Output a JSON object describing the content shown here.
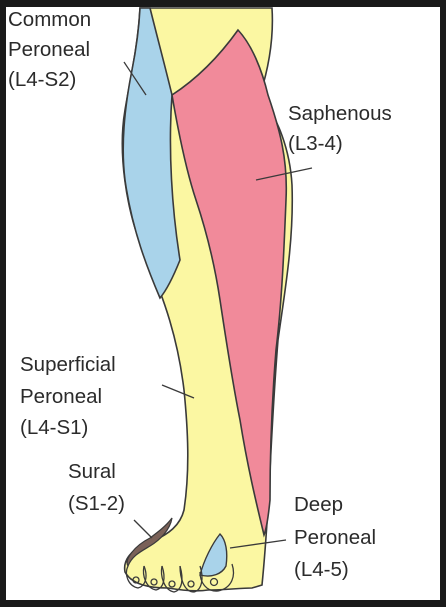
{
  "colors": {
    "skin": "#fbf7a2",
    "saphenous": "#f18a9a",
    "common_peroneal": "#a9d3ea",
    "deep_peroneal": "#a9d3ea",
    "sural": "#7a6158",
    "outline": "#3a3a3a",
    "frame": "#1a1a1a"
  },
  "labels": {
    "common_peroneal": {
      "name_line1": "Common",
      "name_line2": "Peroneal",
      "roots": "(L4-S2)"
    },
    "saphenous": {
      "name": "Saphenous",
      "roots": "(L3-4)"
    },
    "superficial_peroneal": {
      "name_line1": "Superficial",
      "name_line2": "Peroneal",
      "roots": "(L4-S1)"
    },
    "sural": {
      "name": "Sural",
      "roots": "(S1-2)"
    },
    "deep_peroneal": {
      "name_line1": "Deep",
      "name_line2": "Peroneal",
      "roots": "(L4-5)"
    }
  }
}
